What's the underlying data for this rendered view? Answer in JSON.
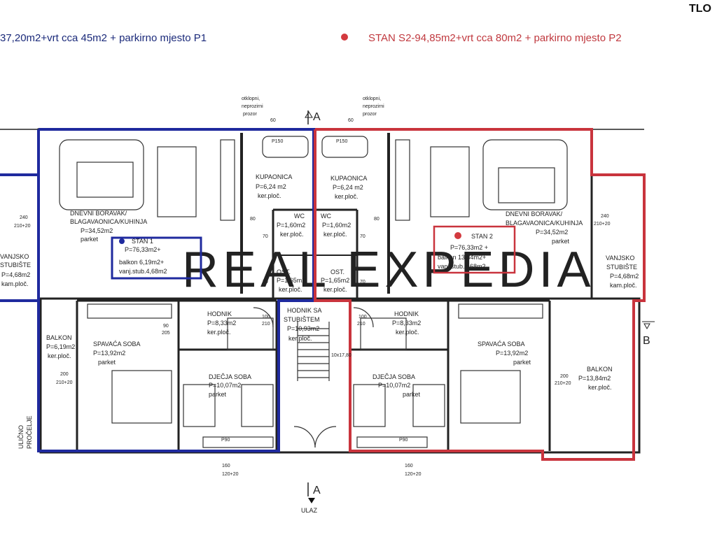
{
  "header": {
    "left_text": "37,20m2+vrt cca 45m2 + parkirno mjesto P1",
    "right_text": "STAN S2-94,85m2+vrt cca 80m2 + parkirno mjesto P2",
    "corner_text": "TLO"
  },
  "colors": {
    "unit1_outline": "#1f2a9e",
    "unit2_outline": "#c9343d",
    "walls": "#222222",
    "watermark": "#e6e6e6"
  },
  "watermark": "REAL EXPEDIA",
  "units": [
    {
      "id": "unit1",
      "name": "STAN 1",
      "area": "P=76,33m2+",
      "line2": "balkon 6,19m2+",
      "line3": "vanj.stub.4,68m2"
    },
    {
      "id": "unit2",
      "name": "STAN 2",
      "area": "P=76,33m2 +",
      "line2": "balkon 13,84m2+",
      "line3": "vanj.stub.4,68m2"
    }
  ],
  "rooms": {
    "left": [
      {
        "name": "DNEVNI BORAVAK/",
        "name2": "BLAGAVAONICA/KUHINJA",
        "area": "P=34,52m2",
        "floor": "parket"
      },
      {
        "name": "KUPAONICA",
        "area": "P=6,24 m2",
        "floor": "ker.ploč."
      },
      {
        "name": "WC",
        "area": "P=1,60m2",
        "floor": "ker.ploč."
      },
      {
        "name": "OST.",
        "area": "P=1,65m2",
        "floor": "ker.ploč."
      },
      {
        "name": "HODNIK",
        "area": "P=8,33m2",
        "floor": "ker.ploč."
      },
      {
        "name": "SPAVAĆA SOBA",
        "area": "P=13,92m2",
        "floor": "parket"
      },
      {
        "name": "DJEČJA SOBA",
        "area": "P=10,07m2",
        "floor": "parket"
      },
      {
        "name": "BALKON",
        "area": "P=6,19m2",
        "floor": "ker.ploč."
      },
      {
        "name": "VANJSKO",
        "name2": "STUBIŠTE",
        "area": "P=4,68m2",
        "floor": "kam.ploč."
      }
    ],
    "center": {
      "name": "HODNIK SA",
      "name2": "STUBIŠTEM",
      "area": "P=10,93m2",
      "floor": "ker.ploč."
    },
    "right": [
      {
        "name": "DNEVNI BORAVAK/",
        "name2": "BLAGAVAONICA/KUHINJA",
        "area": "P=34,52m2",
        "floor": "parket"
      },
      {
        "name": "KUPAONICA",
        "area": "P=6,24 m2",
        "floor": "ker.ploč."
      },
      {
        "name": "WC",
        "area": "P=1,60m2",
        "floor": "ker.ploč."
      },
      {
        "name": "OST.",
        "area": "P=1,65m2",
        "floor": "ker.ploč."
      },
      {
        "name": "HODNIK",
        "area": "P=8,33m2",
        "floor": "ker.ploč."
      },
      {
        "name": "SPAVAĆA SOBA",
        "area": "P=13,92m2",
        "floor": "parket"
      },
      {
        "name": "DJEČJA SOBA",
        "area": "P=10,07m2",
        "floor": "parket"
      },
      {
        "name": "BALKON",
        "area": "P=13,84m2",
        "floor": "ker.ploč."
      },
      {
        "name": "VANJSKO",
        "name2": "STUBIŠTE",
        "area": "P=4,68m2",
        "floor": "kam.ploč."
      }
    ]
  },
  "notes": {
    "window_note": [
      "otklopni,",
      "neprozirni",
      "prozor"
    ],
    "section_a": "A",
    "section_b": "B",
    "entrance": "ULAZ",
    "street_facade": [
      "ULIČNO",
      "PROČELJE"
    ],
    "parking_label": "P90",
    "bath_label": "P150"
  },
  "dimensions": {
    "d240": "240",
    "d210_20": "210+20",
    "d200": "200",
    "d90": "90",
    "d205": "205",
    "d80": "80",
    "d70": "70",
    "d100": "100",
    "d210": "210",
    "d160": "160",
    "d120_20": "120+20",
    "d60": "60",
    "d17x": "10x17,80"
  }
}
